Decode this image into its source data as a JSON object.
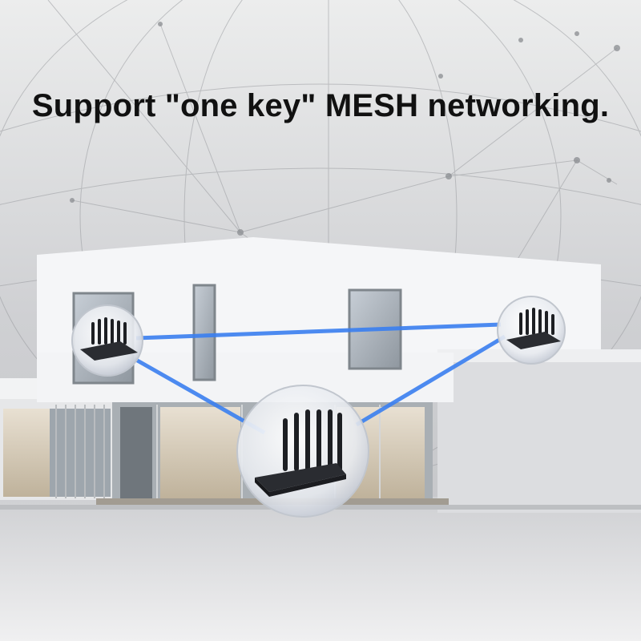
{
  "headline": "Support \"one key\" MESH networking.",
  "colors": {
    "background": "#d9d9db",
    "house_wall": "#f4f5f7",
    "link_line": "#3a7ff0",
    "router_body": "#2a2c31",
    "text": "#111111"
  },
  "icons": [
    "mesh-network-icon",
    "router-icon"
  ],
  "routers": [
    {
      "name": "router-left",
      "antennas": 6
    },
    {
      "name": "router-right",
      "antennas": 6
    },
    {
      "name": "router-center",
      "antennas": 6
    }
  ]
}
